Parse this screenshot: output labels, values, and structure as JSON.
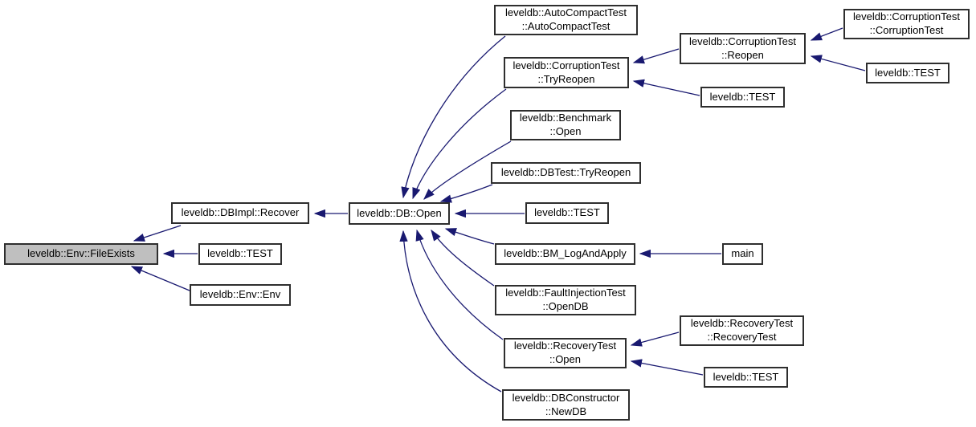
{
  "diagram": {
    "kind": "call-graph",
    "colors": {
      "edge": "#191970",
      "node_border": "#2e2e2e",
      "node_fill": "#ffffff",
      "highlight_fill": "#bfbfbf",
      "background": "#ffffff"
    }
  },
  "graph": {
    "nodes": [
      {
        "id": "env-fileexists",
        "label": "leveldb::Env::FileExists",
        "highlighted": true
      },
      {
        "id": "dbimpl-recover",
        "label": "leveldb::DBImpl::Recover",
        "highlighted": false
      },
      {
        "id": "test-a",
        "label": "leveldb::TEST",
        "highlighted": false
      },
      {
        "id": "env-env",
        "label": "leveldb::Env::Env",
        "highlighted": false
      },
      {
        "id": "db-open",
        "label": "leveldb::DB::Open",
        "highlighted": false
      },
      {
        "id": "autocompacttest-ctor",
        "label": "leveldb::AutoCompactTest\n::AutoCompactTest",
        "highlighted": false
      },
      {
        "id": "corruptiontest-tryreopen",
        "label": "leveldb::CorruptionTest\n::TryReopen",
        "highlighted": false
      },
      {
        "id": "benchmark-open",
        "label": "leveldb::Benchmark\n::Open",
        "highlighted": false
      },
      {
        "id": "dbtest-tryreopen",
        "label": "leveldb::DBTest::TryReopen",
        "highlighted": false
      },
      {
        "id": "test-b",
        "label": "leveldb::TEST",
        "highlighted": false
      },
      {
        "id": "bm-logandapply",
        "label": "leveldb::BM_LogAndApply",
        "highlighted": false
      },
      {
        "id": "faultinjectiontest-opendb",
        "label": "leveldb::FaultInjectionTest\n::OpenDB",
        "highlighted": false
      },
      {
        "id": "recoverytest-open",
        "label": "leveldb::RecoveryTest\n::Open",
        "highlighted": false
      },
      {
        "id": "dbconstructor-newdb",
        "label": "leveldb::DBConstructor\n::NewDB",
        "highlighted": false
      },
      {
        "id": "corruptiontest-reopen",
        "label": "leveldb::CorruptionTest\n::Reopen",
        "highlighted": false
      },
      {
        "id": "test-c",
        "label": "leveldb::TEST",
        "highlighted": false
      },
      {
        "id": "corruptiontest-ctor",
        "label": "leveldb::CorruptionTest\n::CorruptionTest",
        "highlighted": false
      },
      {
        "id": "test-d",
        "label": "leveldb::TEST",
        "highlighted": false
      },
      {
        "id": "main",
        "label": "main",
        "highlighted": false
      },
      {
        "id": "recoverytest-ctor",
        "label": "leveldb::RecoveryTest\n::RecoveryTest",
        "highlighted": false
      },
      {
        "id": "test-e",
        "label": "leveldb::TEST",
        "highlighted": false
      }
    ],
    "edges": [
      {
        "from": "dbimpl-recover",
        "to": "env-fileexists"
      },
      {
        "from": "test-a",
        "to": "env-fileexists"
      },
      {
        "from": "env-env",
        "to": "env-fileexists"
      },
      {
        "from": "db-open",
        "to": "dbimpl-recover"
      },
      {
        "from": "autocompacttest-ctor",
        "to": "db-open"
      },
      {
        "from": "corruptiontest-tryreopen",
        "to": "db-open"
      },
      {
        "from": "benchmark-open",
        "to": "db-open"
      },
      {
        "from": "dbtest-tryreopen",
        "to": "db-open"
      },
      {
        "from": "test-b",
        "to": "db-open"
      },
      {
        "from": "bm-logandapply",
        "to": "db-open"
      },
      {
        "from": "faultinjectiontest-opendb",
        "to": "db-open"
      },
      {
        "from": "recoverytest-open",
        "to": "db-open"
      },
      {
        "from": "dbconstructor-newdb",
        "to": "db-open"
      },
      {
        "from": "corruptiontest-reopen",
        "to": "corruptiontest-tryreopen"
      },
      {
        "from": "test-c",
        "to": "corruptiontest-tryreopen"
      },
      {
        "from": "corruptiontest-ctor",
        "to": "corruptiontest-reopen"
      },
      {
        "from": "test-d",
        "to": "corruptiontest-reopen"
      },
      {
        "from": "main",
        "to": "bm-logandapply"
      },
      {
        "from": "recoverytest-ctor",
        "to": "recoverytest-open"
      },
      {
        "from": "test-e",
        "to": "recoverytest-open"
      }
    ]
  }
}
